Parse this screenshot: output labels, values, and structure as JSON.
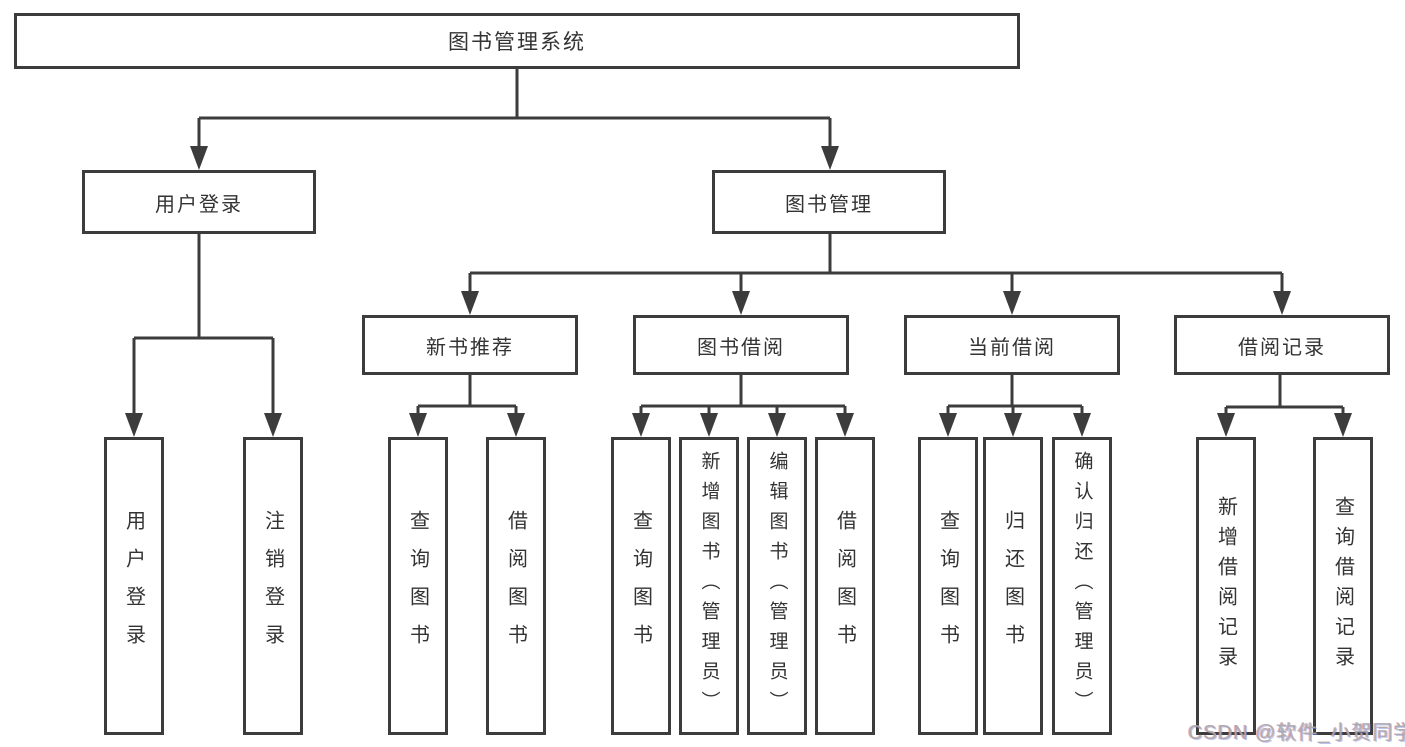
{
  "colors": {
    "line": "#3c3c3c",
    "box_border": "#3c3c3c",
    "text": "#333333",
    "background": "#ffffff",
    "watermark": "#aaaaaa"
  },
  "watermark": {
    "text": "CSDN @软件_小贺同学"
  },
  "tree": {
    "label": "图书管理系统",
    "children": [
      {
        "label": "用户登录",
        "children": [
          {
            "label": "用户登录"
          },
          {
            "label": "注销登录"
          }
        ]
      },
      {
        "label": "图书管理",
        "children": [
          {
            "label": "新书推荐",
            "children": [
              {
                "label": "查询图书"
              },
              {
                "label": "借阅图书"
              }
            ]
          },
          {
            "label": "图书借阅",
            "children": [
              {
                "label": "查询图书"
              },
              {
                "label": "新增图书（管理员）"
              },
              {
                "label": "编辑图书（管理员）"
              },
              {
                "label": "借阅图书"
              }
            ]
          },
          {
            "label": "当前借阅",
            "children": [
              {
                "label": "查询图书"
              },
              {
                "label": "归还图书"
              },
              {
                "label": "确认归还（管理员）"
              }
            ]
          },
          {
            "label": "借阅记录",
            "children": [
              {
                "label": "新增借阅记录"
              },
              {
                "label": "查询借阅记录"
              }
            ]
          }
        ]
      }
    ]
  }
}
